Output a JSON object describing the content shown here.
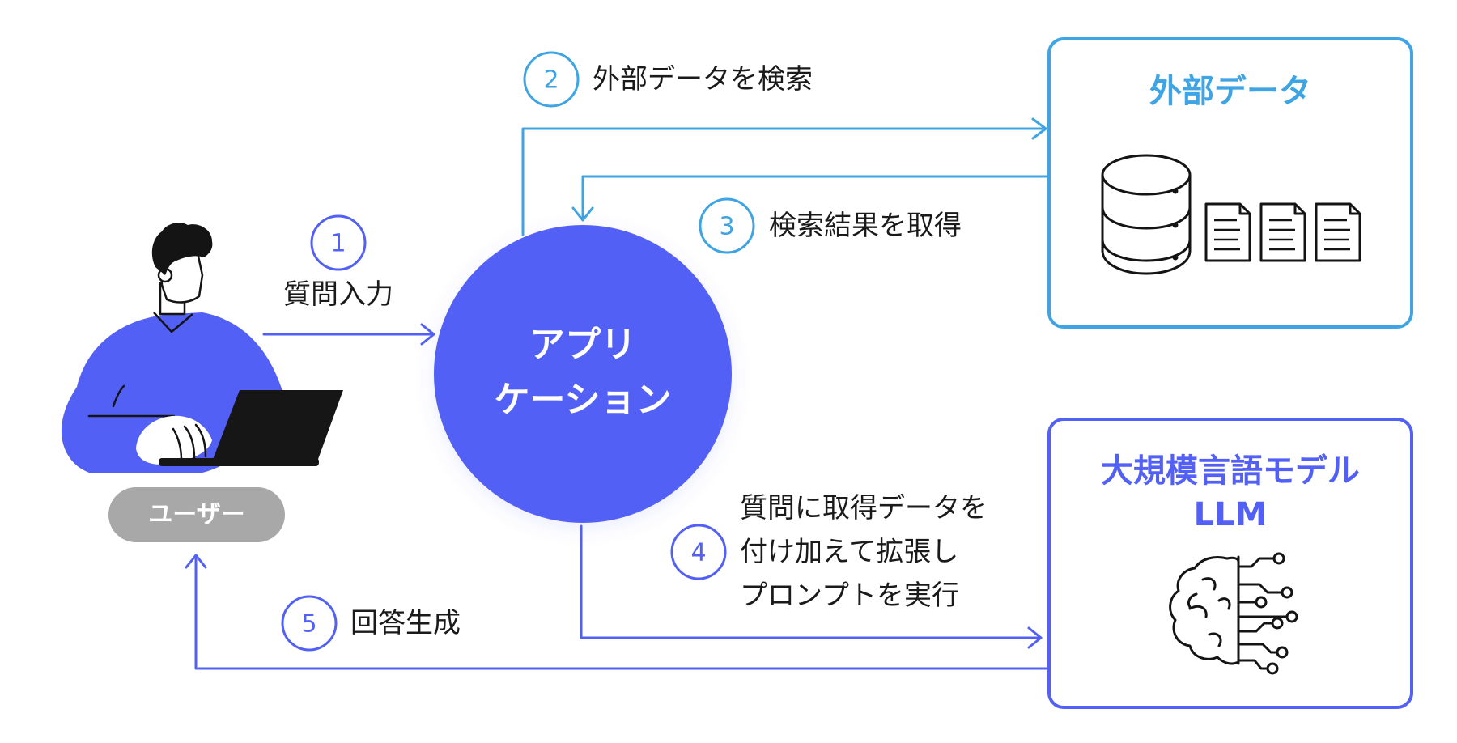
{
  "colors": {
    "primary": "#5260f6",
    "data_accent": "#3ea4e3",
    "gray": "#a8a8a8",
    "text": "#1a1a1a",
    "white": "#ffffff"
  },
  "nodes": {
    "user": {
      "label": "ユーザー",
      "icon": "person-with-laptop-icon"
    },
    "app": {
      "label_line1": "アプリ",
      "label_line2": "ケーション"
    },
    "external_data": {
      "title": "外部データ",
      "icons": [
        "database-icon",
        "document-icon",
        "document-icon",
        "document-icon"
      ]
    },
    "llm": {
      "title_line1": "大規模言語モデル",
      "title_line2": "LLM",
      "icon": "ai-brain-circuit-icon"
    }
  },
  "steps": [
    {
      "num": "1",
      "label": "質問入力"
    },
    {
      "num": "2",
      "label": "外部データを検索"
    },
    {
      "num": "3",
      "label": "検索結果を取得"
    },
    {
      "num": "4",
      "label_lines": [
        "質問に取得データを",
        "付け加えて拡張し",
        "プロンプトを実行"
      ]
    },
    {
      "num": "5",
      "label": "回答生成"
    }
  ]
}
